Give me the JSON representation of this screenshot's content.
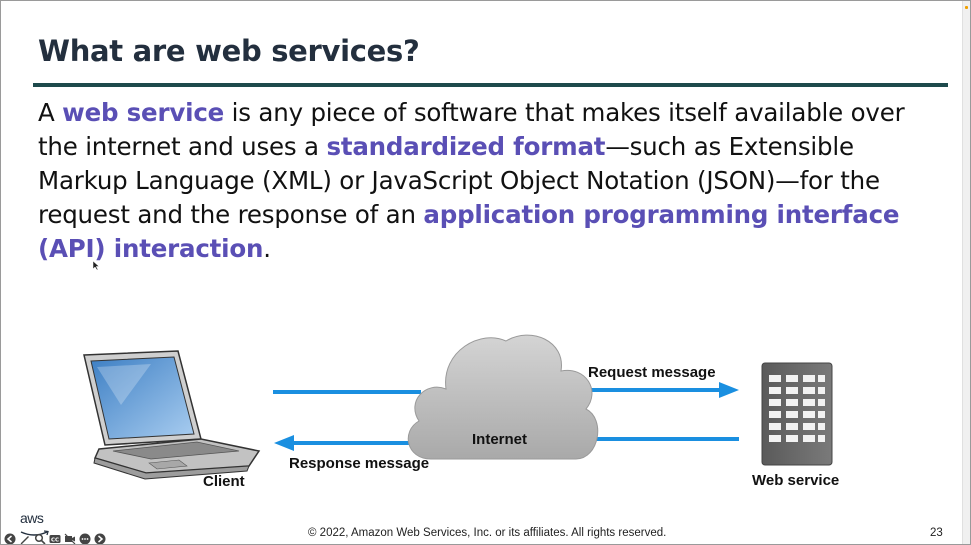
{
  "slide": {
    "title": "What are web services?",
    "body": {
      "p1": "A ",
      "web_service": "web service",
      "p2": " is any piece of software that makes itself available over the internet and uses a ",
      "standardized_format": "standardized format",
      "p3": "—such as Extensible Markup Language (XML) or JavaScript Object Notation (JSON)—for the request and the response of an ",
      "api_interaction": "application programming interface (API) interaction",
      "p4": "."
    },
    "highlight_color": "#5a4fb5",
    "title_rule_color": "#1e4a4c",
    "diagram": {
      "client_label": "Client",
      "internet_label": "Internet",
      "request_label": "Request message",
      "response_label": "Response message",
      "web_service_label": "Web service",
      "arrow_color": "#1a8fe0"
    },
    "footer": {
      "copyright": "© 2022, Amazon Web Services, Inc. or its affiliates. All rights reserved.",
      "page_number": "23"
    },
    "logo": {
      "text": "aws"
    }
  },
  "player_controls": [
    {
      "icon": "previous-icon"
    },
    {
      "icon": "pen-icon"
    },
    {
      "icon": "zoom-icon"
    },
    {
      "icon": "captions-icon"
    },
    {
      "icon": "no-video-icon"
    },
    {
      "icon": "more-options-icon"
    },
    {
      "icon": "next-icon"
    }
  ]
}
